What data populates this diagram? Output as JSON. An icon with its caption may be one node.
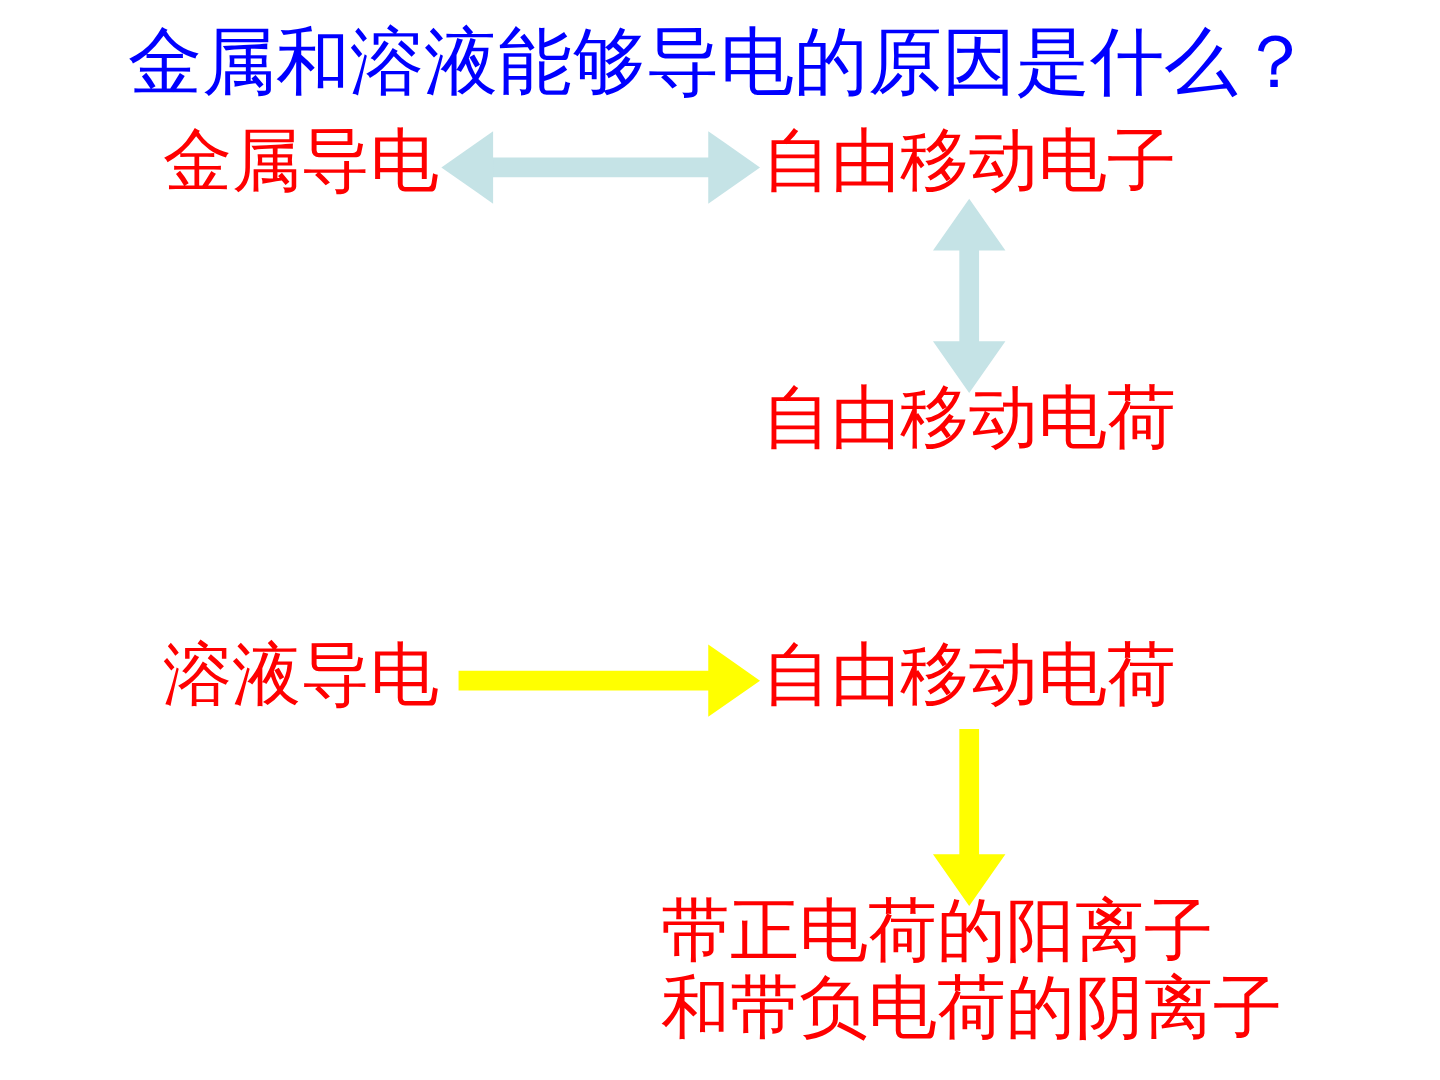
{
  "diagram": {
    "title": "金属和溶液能够导电的原因是什么？",
    "nodes": [
      {
        "text": [
          "金属导电"
        ]
      },
      {
        "text": [
          "自由移动电子"
        ]
      },
      {
        "text": [
          "自由移动电荷"
        ]
      },
      {
        "text": [
          "溶液导电"
        ]
      },
      {
        "text": [
          "自由移动电荷"
        ]
      },
      {
        "text": [
          "带正电荷的阳离子和带负电荷的阴离子"
        ]
      }
    ],
    "edges": [
      {
        "from": 0,
        "to": 1,
        "arrow": "both",
        "color": "#c5e3e6"
      },
      {
        "from": 1,
        "to": 2,
        "arrow": "both",
        "color": "#c5e3e6"
      },
      {
        "from": 3,
        "to": 4,
        "arrow": "to",
        "color": "#ffff00"
      },
      {
        "from": 4,
        "to": 5,
        "arrow": "to",
        "color": "#ffff00"
      }
    ]
  }
}
